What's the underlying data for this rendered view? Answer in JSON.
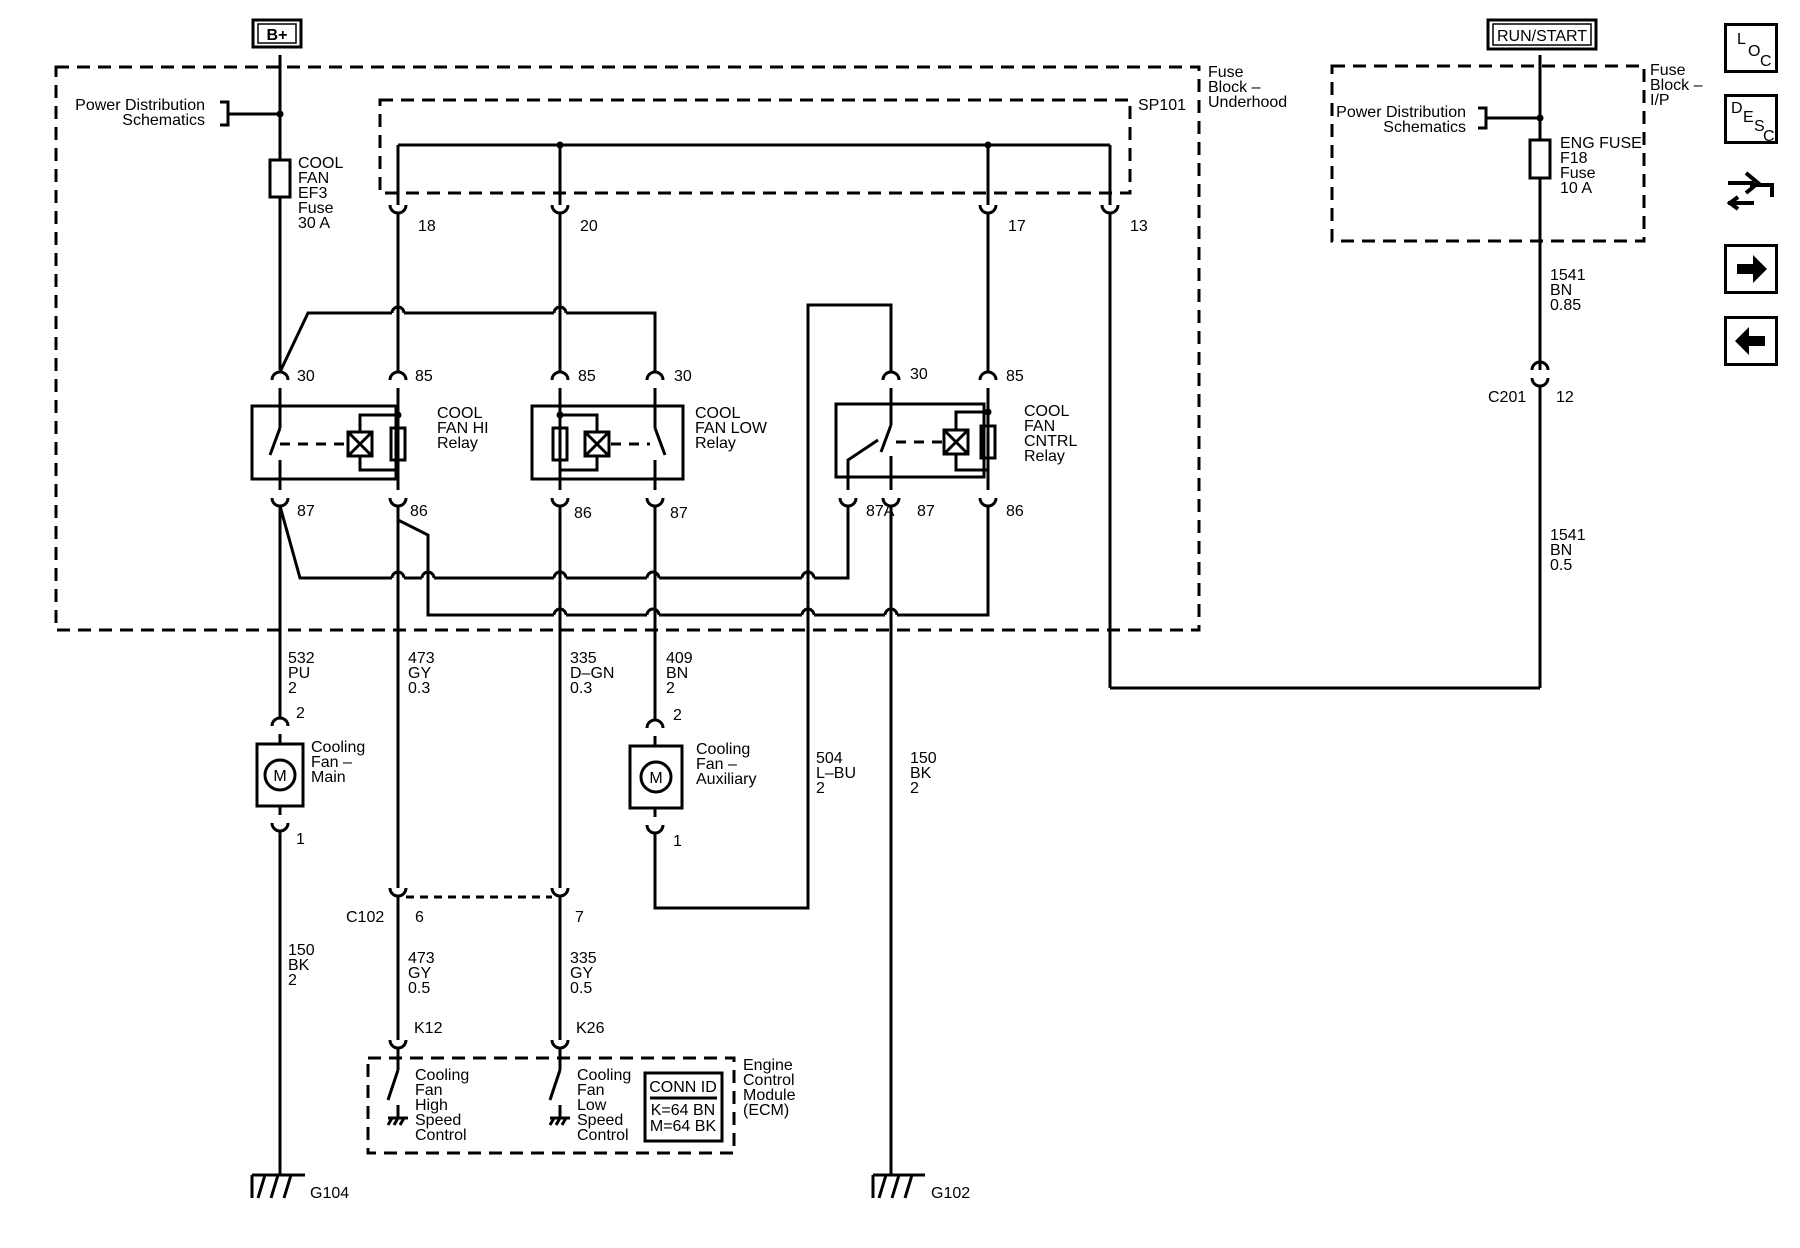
{
  "supply": {
    "bplus": "B+",
    "run_start": "RUN/START"
  },
  "fuse_block_underhood": {
    "line1": "Fuse",
    "line2": "Block –",
    "line3": "Underhood",
    "splice": "SP101"
  },
  "fuse_block_ip": {
    "line1": "Fuse",
    "line2": "Block –",
    "line3": "I/P"
  },
  "power_dist_left": {
    "line1": "Power Distribution",
    "line2": "Schematics"
  },
  "power_dist_right": {
    "line1": "Power Distribution",
    "line2": "Schematics"
  },
  "fuse_ef3": {
    "line1": "COOL",
    "line2": "FAN",
    "line3": "EF3",
    "line4": "Fuse",
    "line5": "30 A"
  },
  "fuse_f18": {
    "line1": "ENG FUSE",
    "line2": "F18",
    "line3": "Fuse",
    "line4": "10 A"
  },
  "pins": {
    "p18": "18",
    "p20": "20",
    "p17": "17",
    "p13": "13"
  },
  "relay_hi": {
    "line1": "COOL",
    "line2": "FAN HI",
    "line3": "Relay",
    "t30": "30",
    "t85": "85",
    "t87": "87",
    "t86": "86"
  },
  "relay_low": {
    "line1": "COOL",
    "line2": "FAN LOW",
    "line3": "Relay",
    "t85": "85",
    "t30": "30",
    "t86": "86",
    "t87": "87"
  },
  "relay_cntrl": {
    "line1": "COOL",
    "line2": "FAN",
    "line3": "CNTRL",
    "line4": "Relay",
    "t30": "30",
    "t85": "85",
    "t87a": "87A",
    "t87": "87",
    "t86": "86"
  },
  "wires": {
    "w532": {
      "circuit": "532",
      "color": "PU",
      "size": "2"
    },
    "w473a": {
      "circuit": "473",
      "color": "GY",
      "size": "0.3"
    },
    "w335a": {
      "circuit": "335",
      "color": "D–GN",
      "size": "0.3"
    },
    "w409": {
      "circuit": "409",
      "color": "BN",
      "size": "2"
    },
    "w504": {
      "circuit": "504",
      "color": "L–BU",
      "size": "2"
    },
    "w150b": {
      "circuit": "150",
      "color": "BK",
      "size": "2"
    },
    "w150a": {
      "circuit": "150",
      "color": "BK",
      "size": "2"
    },
    "w473b": {
      "circuit": "473",
      "color": "GY",
      "size": "0.5"
    },
    "w335b": {
      "circuit": "335",
      "color": "GY",
      "size": "0.5"
    },
    "w1541a": {
      "circuit": "1541",
      "color": "BN",
      "size": "0.85"
    },
    "w1541b": {
      "circuit": "1541",
      "color": "BN",
      "size": "0.5"
    }
  },
  "fan_main": {
    "line1": "Cooling",
    "line2": "Fan –",
    "line3": "Main",
    "pin_top": "2",
    "pin_bot": "1",
    "motor": "M"
  },
  "fan_aux": {
    "line1": "Cooling",
    "line2": "Fan –",
    "line3": "Auxiliary",
    "pin_top": "2",
    "pin_bot": "1",
    "motor": "M"
  },
  "c102": {
    "name": "C102",
    "pin6": "6",
    "pin7": "7"
  },
  "c201": {
    "name": "C201",
    "pin12": "12"
  },
  "ecm": {
    "k12": "K12",
    "k26": "K26",
    "hi": {
      "l1": "Cooling",
      "l2": "Fan",
      "l3": "High",
      "l4": "Speed",
      "l5": "Control"
    },
    "low": {
      "l1": "Cooling",
      "l2": "Fan",
      "l3": "Low",
      "l4": "Speed",
      "l5": "Control"
    },
    "conn_title": "CONN ID",
    "conn_k": "K=64 BN",
    "conn_m": "M=64 BK",
    "name1": "Engine",
    "name2": "Control",
    "name3": "Module",
    "name4": "(ECM)"
  },
  "grounds": {
    "g104": "G104",
    "g102": "G102"
  },
  "nav": {
    "loc": {
      "l": "L",
      "o": "O",
      "c": "C"
    },
    "desc": {
      "d": "D",
      "e": "E",
      "s": "S",
      "c": "C"
    },
    "icons": [
      "loc-button",
      "desc-button",
      "connector-view-icon",
      "next-arrow-icon",
      "previous-arrow-icon"
    ]
  }
}
